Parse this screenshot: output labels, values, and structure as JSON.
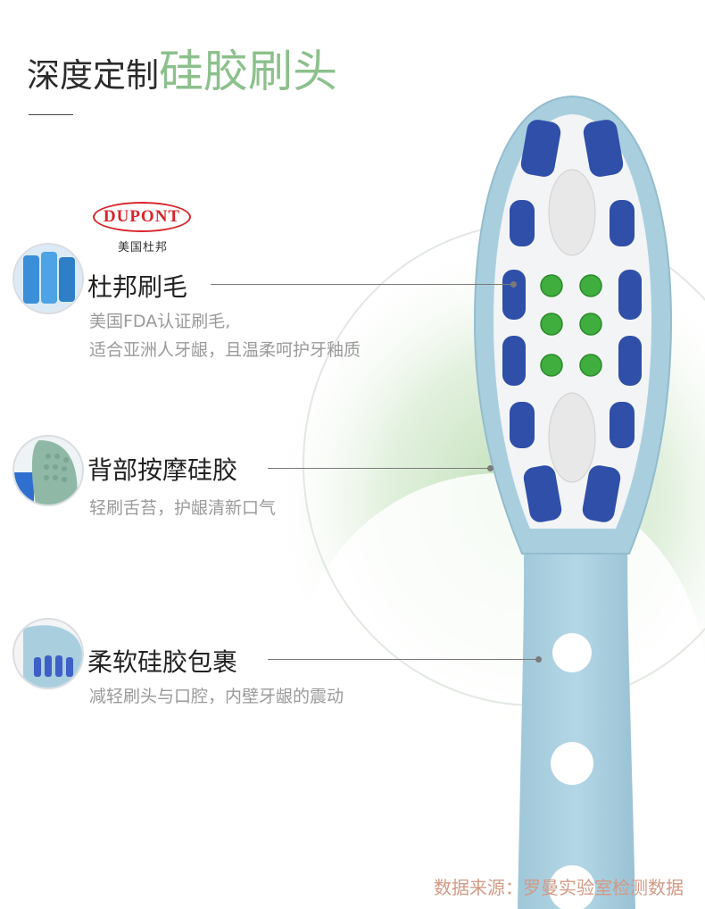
{
  "header": {
    "title_dark": "深度定制",
    "title_green": "硅胶刷头"
  },
  "brand": {
    "logo_text": "DUPONT",
    "logo_caption": "美国杜邦"
  },
  "features": [
    {
      "title": "杜邦刷毛",
      "desc_lines": [
        "美国FDA认证刷毛,",
        "适合亚洲人牙龈，且温柔呵护牙釉质"
      ],
      "icon": "bristle-closeup-icon"
    },
    {
      "title": "背部按摩硅胶",
      "desc_lines": [
        "轻刷舌苔，护龈清新口气"
      ],
      "icon": "silicone-back-icon"
    },
    {
      "title": "柔软硅胶包裹",
      "desc_lines": [
        "减轻刷头与口腔，内壁牙龈的震动"
      ],
      "icon": "silicone-wrap-icon"
    }
  ],
  "footer": {
    "source": "数据来源：罗曼实验室检测数据"
  },
  "colors": {
    "accent_green": "#8cc08c",
    "handle_blue": "#a9cfdf",
    "bristle_blue": "#2f4fa8",
    "bristle_green": "#3fae3f",
    "logo_red": "#d8252b",
    "source_text": "#d29a86"
  }
}
